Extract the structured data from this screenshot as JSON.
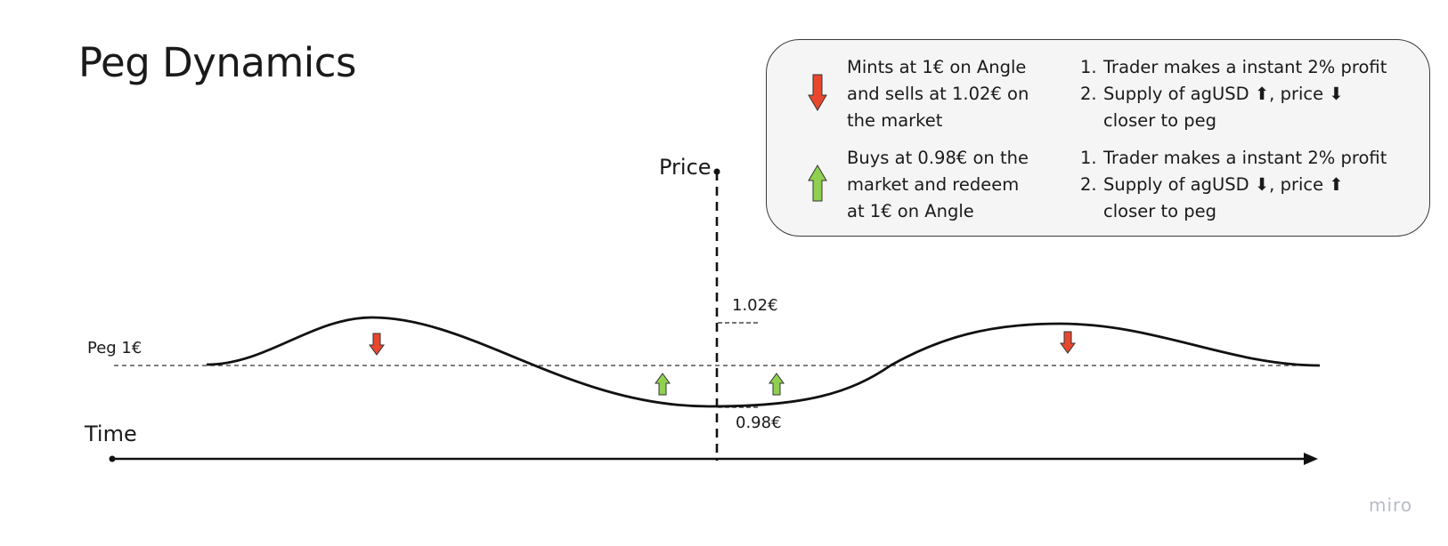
{
  "title": "Peg Dynamics",
  "axes": {
    "price_label": "Price",
    "time_label": "Time",
    "peg_label": "Peg 1€",
    "upper_label": "1.02€",
    "lower_label": "0.98€"
  },
  "legend": {
    "rows": [
      {
        "arrow": "down-arrow-icon",
        "color": "#e8472e",
        "description": [
          "Mints at 1€ on Angle",
          "and sells at 1.02€ on",
          "the market"
        ],
        "steps": [
          "Trader makes a instant 2% profit",
          "Supply of agUSD ⬆, price ⬇",
          "closer to peg"
        ]
      },
      {
        "arrow": "up-arrow-icon",
        "color": "#8fd14f",
        "description": [
          "Buys at 0.98€ on the",
          "market and redeem",
          "at 1€ on Angle"
        ],
        "steps": [
          "Trader makes a instant 2% profit",
          "Supply of agUSD ⬇, price ⬆",
          "closer to peg"
        ]
      }
    ]
  },
  "brand": "miro",
  "colors": {
    "down": "#e8472e",
    "up": "#8fd14f",
    "line": "#111111",
    "panel": "#f5f5f5"
  }
}
